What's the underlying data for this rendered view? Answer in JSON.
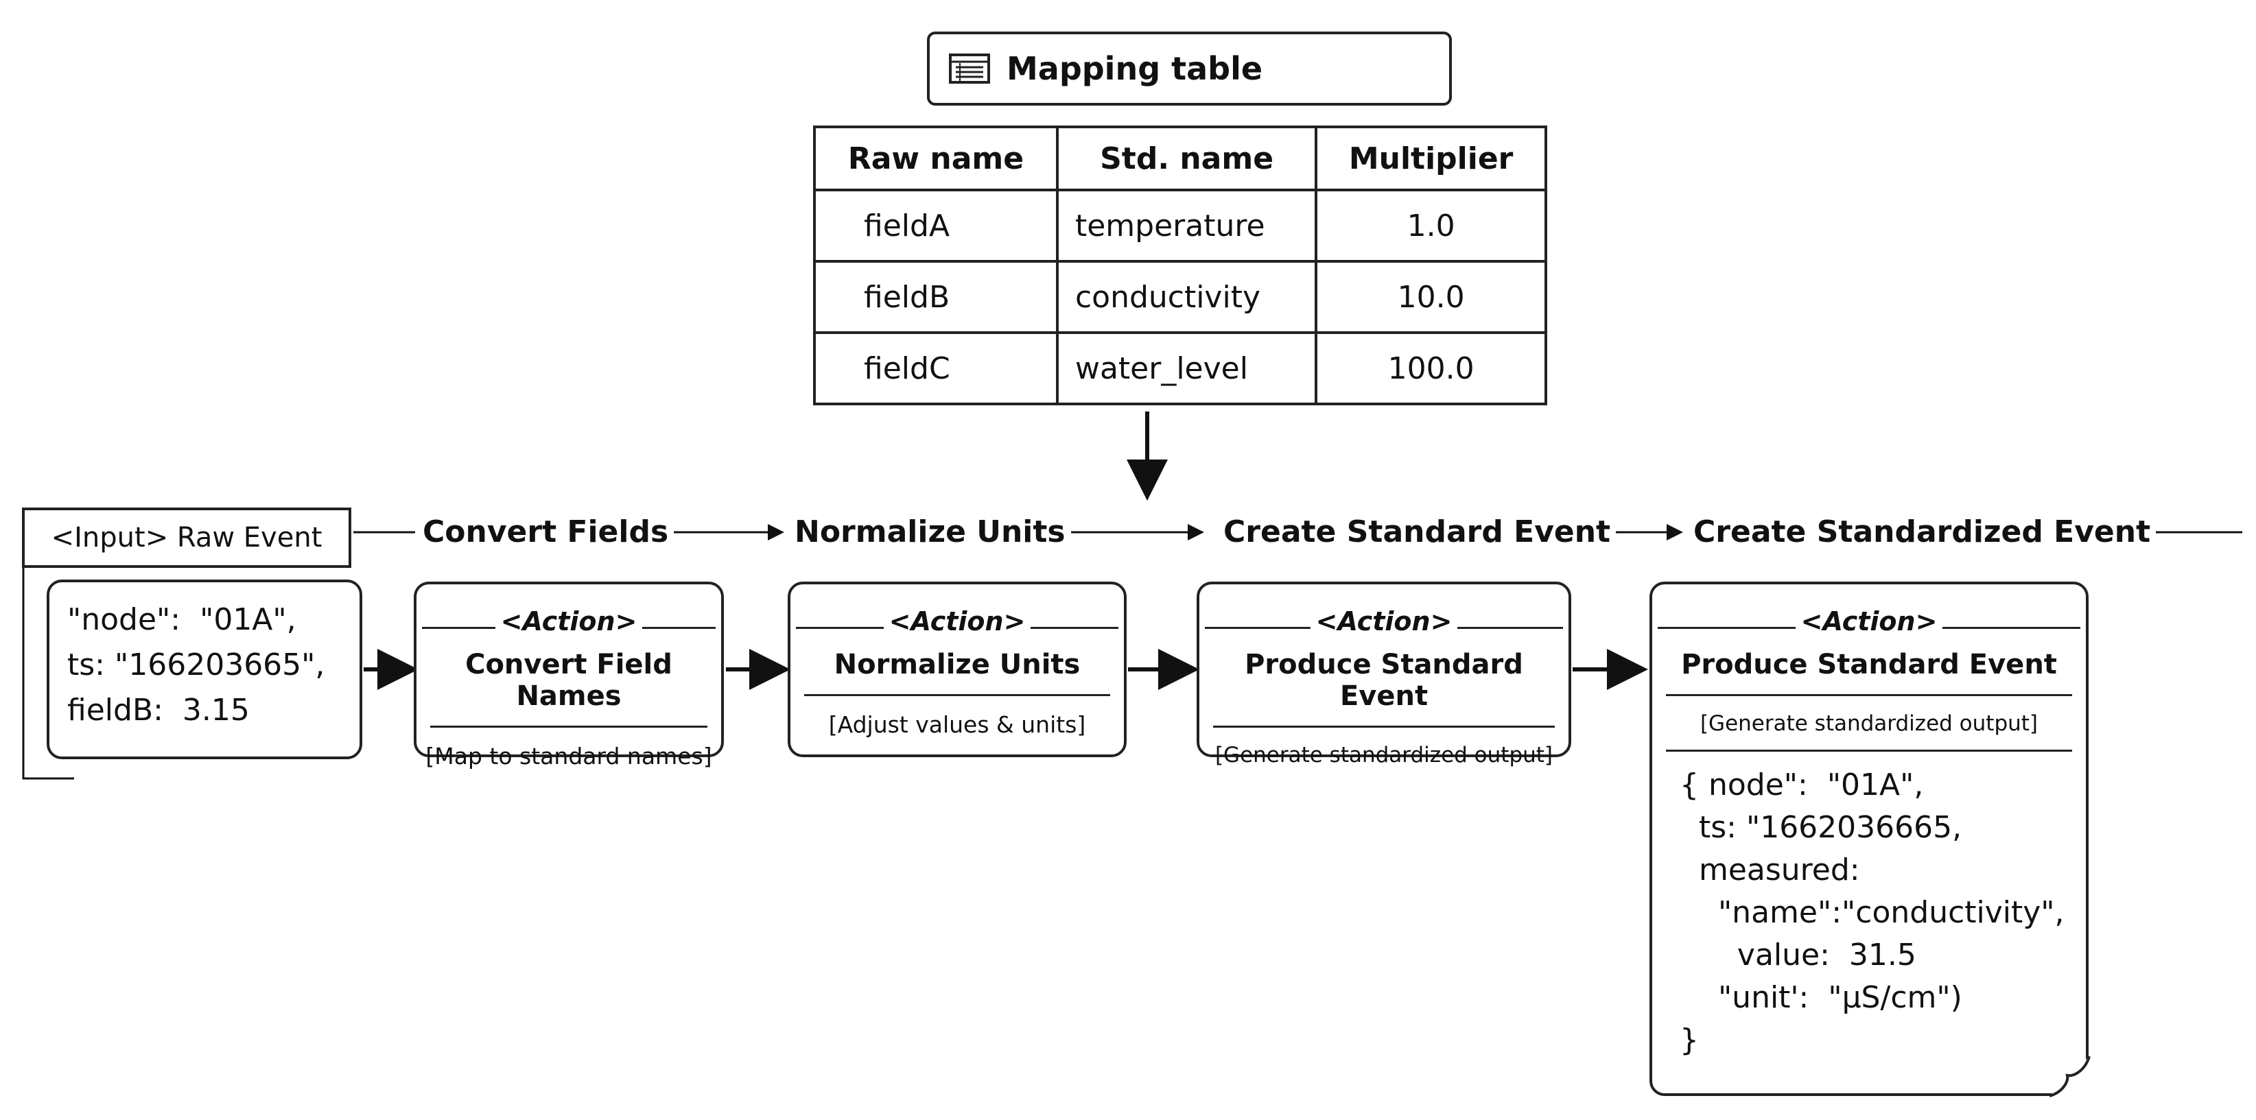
{
  "mapping": {
    "title": "Mapping table",
    "icon": "table-icon",
    "headers": [
      "Raw name",
      "Std. name",
      "Multiplier"
    ],
    "rows": [
      [
        "fieldA",
        "temperature",
        "1.0"
      ],
      [
        "fieldB",
        "conductivity",
        "10.0"
      ],
      [
        "fieldC",
        "water_level",
        "100.0"
      ]
    ]
  },
  "pipeline": {
    "input_label": "<Input> Raw Event",
    "stages": [
      "Convert Fields",
      "Normalize Units",
      "Create Standard Event",
      "Create Standardized Event"
    ]
  },
  "raw_event": {
    "lines": [
      "\"node\":  \"01A\",",
      "ts: \"166203665\",",
      "fieldB:  3.15"
    ]
  },
  "actions": [
    {
      "tag": "<Action>",
      "title": "Convert Field Names",
      "note": "[Map to standard names]"
    },
    {
      "tag": "<Action>",
      "title": "Normalize Units",
      "note": "[Adjust values & units]"
    },
    {
      "tag": "<Action>",
      "title": "Produce Standard Event",
      "note": "[Generate standardized output]"
    },
    {
      "tag": "<Action>",
      "title": "Produce Standard Event",
      "note": "[Generate standardized output]"
    }
  ],
  "output_event": {
    "lines": [
      "{ node\":  \"01A\",",
      "  ts: \"1662036665,",
      "  measured:",
      "    \"name\":\"conductivity\",",
      "      value:  31.5",
      "    \"unit':  \"μS/cm\")",
      "}"
    ]
  }
}
